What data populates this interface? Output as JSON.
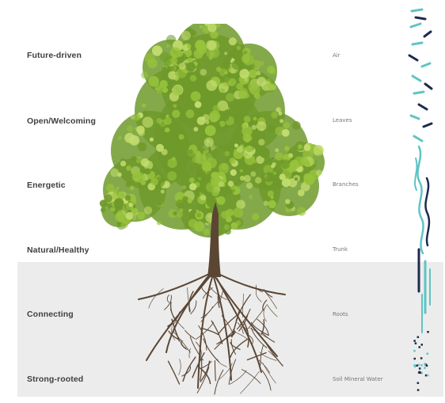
{
  "values": [
    {
      "label": "Future-driven"
    },
    {
      "label": "Open/Welcoming"
    },
    {
      "label": "Energetic"
    },
    {
      "label": "Natural/Healthy"
    },
    {
      "label": "Connecting"
    },
    {
      "label": "Strong-rooted"
    }
  ],
  "parts": [
    {
      "label": "Air"
    },
    {
      "label": "Leaves"
    },
    {
      "label": "Branches"
    },
    {
      "label": "Trunk"
    },
    {
      "label": "Roots"
    },
    {
      "label": "Soil Mineral Water"
    }
  ],
  "colors": {
    "ground": "#ececec",
    "foliage_dark": "#6f9a2a",
    "foliage_mid": "#97c23c",
    "foliage_light": "#c2dc6e",
    "bark": "#5b4634",
    "accent_teal": "#5fc4c4",
    "accent_navy": "#1e2a4e"
  },
  "icons": [
    "tree-illustration",
    "decorative-stripe"
  ]
}
